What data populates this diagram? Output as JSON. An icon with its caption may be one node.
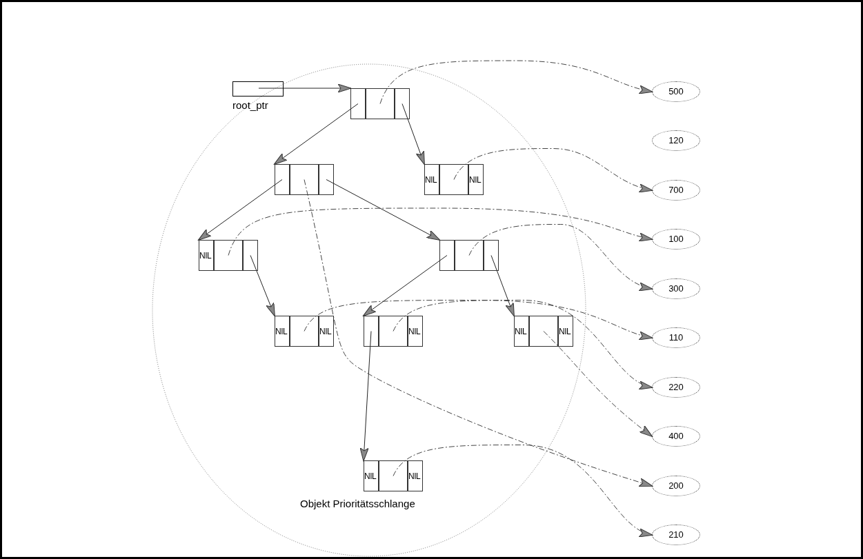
{
  "diagram": {
    "nodes": [
      {
        "text": [
          "Objekt Prioritätsschlange"
        ]
      },
      {
        "text": [
          "root_ptr"
        ],
        "in": 0
      },
      {
        "text": [],
        "shape": "box",
        "in": 0
      },
      {
        "text": [],
        "shape": "box",
        "in": 2
      },
      {
        "text": [],
        "shape": "box",
        "in": 2
      },
      {
        "text": [],
        "shape": "box",
        "in": 2
      },
      {
        "text": [],
        "shape": "box",
        "in": 0
      },
      {
        "text": [],
        "shape": "box",
        "in": 6
      },
      {
        "text": [],
        "shape": "box",
        "in": 6
      },
      {
        "text": [],
        "shape": "box",
        "in": 6
      },
      {
        "text": [],
        "shape": "box",
        "in": 0
      },
      {
        "text": [
          "NIL"
        ],
        "in": 10
      },
      {
        "text": [],
        "shape": "box",
        "in": 10
      },
      {
        "text": [
          "NIL"
        ],
        "in": 10
      },
      {
        "text": [],
        "shape": "box",
        "in": 0
      },
      {
        "text": [
          "NIL"
        ],
        "in": 14
      },
      {
        "text": [],
        "shape": "box",
        "in": 14
      },
      {
        "text": [],
        "shape": "box",
        "in": 14
      },
      {
        "text": [],
        "shape": "box",
        "in": 0
      },
      {
        "text": [],
        "shape": "box",
        "in": 18
      },
      {
        "text": [],
        "shape": "box",
        "in": 18
      },
      {
        "text": [],
        "shape": "box",
        "in": 18
      },
      {
        "text": [],
        "shape": "box",
        "in": 0
      },
      {
        "text": [
          "NIL"
        ],
        "in": 22
      },
      {
        "text": [],
        "shape": "box",
        "in": 22
      },
      {
        "text": [
          "NIL"
        ],
        "in": 22
      },
      {
        "text": [],
        "shape": "box",
        "in": 0
      },
      {
        "text": [],
        "shape": "box",
        "in": 26
      },
      {
        "text": [],
        "shape": "box",
        "in": 26
      },
      {
        "text": [
          "NIL"
        ],
        "in": 26
      },
      {
        "text": [],
        "shape": "box",
        "in": 0
      },
      {
        "text": [
          "NIL"
        ],
        "in": 30
      },
      {
        "text": [],
        "shape": "box",
        "in": 30
      },
      {
        "text": [
          "NIL"
        ],
        "in": 30
      },
      {
        "text": [],
        "shape": "box",
        "in": 0
      },
      {
        "text": [
          "NIL"
        ],
        "in": 34
      },
      {
        "text": [],
        "shape": "box",
        "in": 34
      },
      {
        "text": [
          "NIL"
        ],
        "in": 34
      },
      {
        "text": [
          "500"
        ]
      },
      {
        "text": [
          "120"
        ]
      },
      {
        "text": [
          "700"
        ]
      },
      {
        "text": [
          "100"
        ]
      },
      {
        "text": [
          "300"
        ]
      },
      {
        "text": [
          "110"
        ]
      },
      {
        "text": [
          "220"
        ]
      },
      {
        "text": [
          "400"
        ]
      },
      {
        "text": [
          "200"
        ]
      },
      {
        "text": [
          "210"
        ]
      }
    ],
    "edges": [
      {
        "from": 1,
        "to": 2,
        "arrow": "to"
      },
      {
        "from": 3,
        "to": 6,
        "arrow": "to"
      },
      {
        "from": 5,
        "to": 10,
        "arrow": "to"
      },
      {
        "from": 7,
        "to": 14,
        "arrow": "to"
      },
      {
        "from": 9,
        "to": 18,
        "arrow": "to"
      },
      {
        "from": 17,
        "to": 22,
        "arrow": "to"
      },
      {
        "from": 19,
        "to": 26,
        "arrow": "to"
      },
      {
        "from": 21,
        "to": 30,
        "arrow": "to"
      },
      {
        "from": 27,
        "to": 34,
        "arrow": "to"
      },
      {
        "from": 4,
        "to": 38,
        "arrow": "to",
        "style": "dashed"
      },
      {
        "from": 12,
        "to": 40,
        "arrow": "to",
        "style": "dashed"
      },
      {
        "from": 16,
        "to": 41,
        "arrow": "to",
        "style": "dashed"
      },
      {
        "from": 20,
        "to": 42,
        "arrow": "to",
        "style": "dashed"
      },
      {
        "from": 24,
        "to": 43,
        "arrow": "to",
        "style": "dashed"
      },
      {
        "from": 28,
        "to": 44,
        "arrow": "to",
        "style": "dashed"
      },
      {
        "from": 32,
        "to": 45,
        "arrow": "to",
        "style": "dashed"
      },
      {
        "from": 8,
        "to": 46,
        "arrow": "to",
        "style": "dashed"
      },
      {
        "from": 36,
        "to": 47,
        "arrow": "to",
        "style": "dashed"
      }
    ]
  }
}
